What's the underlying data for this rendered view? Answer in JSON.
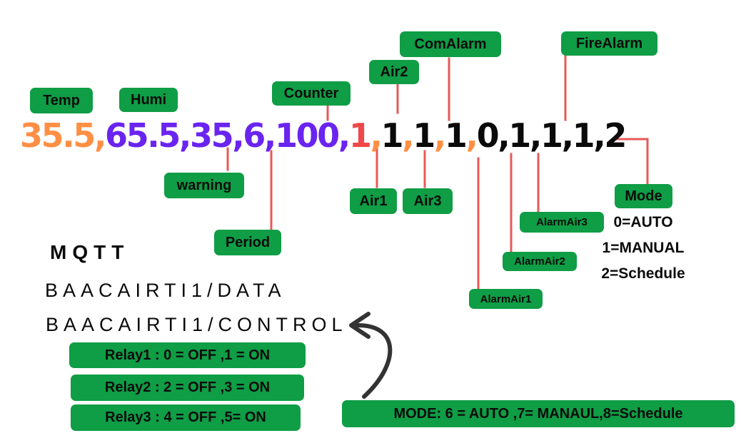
{
  "colors": {
    "tag_bg": "#0f9d45",
    "orange": "#ff8f45",
    "purple": "#6a24f0",
    "red_digit": "#f04848",
    "connector": "#e85858",
    "arrow": "#333333"
  },
  "data_line": [
    {
      "text": "35.5",
      "color": "orange"
    },
    {
      "text": ",",
      "color": "orange"
    },
    {
      "text": "65.5",
      "color": "purple"
    },
    {
      "text": ",",
      "color": "purple"
    },
    {
      "text": "35",
      "color": "purple"
    },
    {
      "text": ",",
      "color": "purple"
    },
    {
      "text": "6",
      "color": "purple"
    },
    {
      "text": ",",
      "color": "purple"
    },
    {
      "text": "100",
      "color": "purple"
    },
    {
      "text": ",",
      "color": "purple"
    },
    {
      "text": "1",
      "color": "red"
    },
    {
      "text": ",",
      "color": "orange"
    },
    {
      "text": "1",
      "color": "black"
    },
    {
      "text": ",",
      "color": "orange"
    },
    {
      "text": "1",
      "color": "black"
    },
    {
      "text": ",",
      "color": "orange"
    },
    {
      "text": "1",
      "color": "black"
    },
    {
      "text": ",",
      "color": "orange"
    },
    {
      "text": "0,1,1,1,2",
      "color": "black"
    }
  ],
  "labels": {
    "temp": "Temp",
    "humi": "Humi",
    "warning": "warning",
    "period": "Period",
    "counter": "Counter",
    "air1": "Air1",
    "air2": "Air2",
    "air3": "Air3",
    "com_alarm": "ComAlarm",
    "fire_alarm": "FireAlarm",
    "alarm_air1": "AlarmAir1",
    "alarm_air2": "AlarmAir2",
    "alarm_air3": "AlarmAir3",
    "mode": "Mode"
  },
  "mode_values": [
    "0=AUTO",
    "1=MANUAL",
    "2=Schedule"
  ],
  "mqtt": {
    "title": "MQTT",
    "topic_data": "BAACAIRTI1/DATA",
    "topic_control": "BAACAIRTI1/CONTROL",
    "relays": [
      "Relay1  : 0 = OFF ,1 = ON",
      "Relay2  : 2 = OFF ,3 = ON",
      "Relay3  : 4 = OFF ,5= ON"
    ],
    "mode_command": "MODE: 6 = AUTO ,7= MANAUL,8=Schedule"
  }
}
